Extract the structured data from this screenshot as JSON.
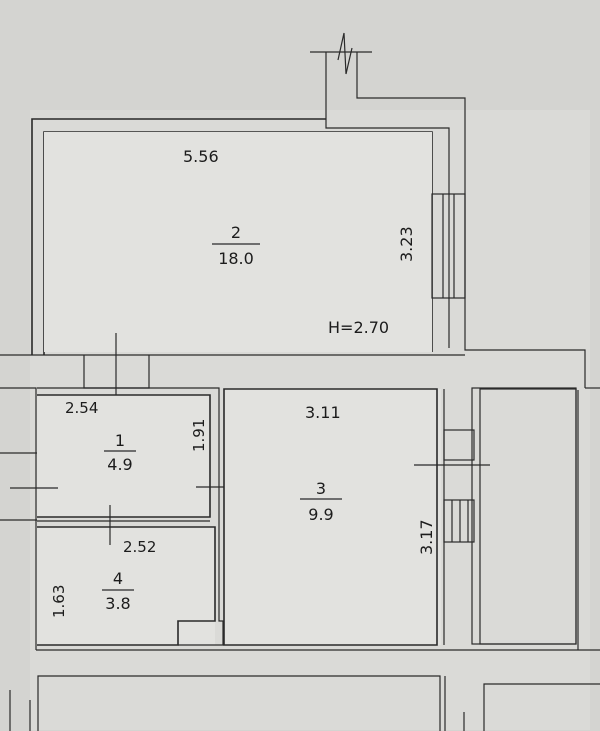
{
  "plan": {
    "ceiling_height": "H=2.70",
    "rooms": [
      {
        "number": "2",
        "area": "18.0"
      },
      {
        "number": "1",
        "area": "4.9"
      },
      {
        "number": "3",
        "area": "9.9"
      },
      {
        "number": "4",
        "area": "3.8"
      }
    ],
    "dimensions": {
      "room2_width": "5.56",
      "room2_depth": "3.23",
      "room1_width": "2.54",
      "room1_depth": "1.91",
      "room3_width": "3.11",
      "room3_depth": "3.17",
      "room4_width": "2.52",
      "room4_depth": "1.63"
    }
  }
}
